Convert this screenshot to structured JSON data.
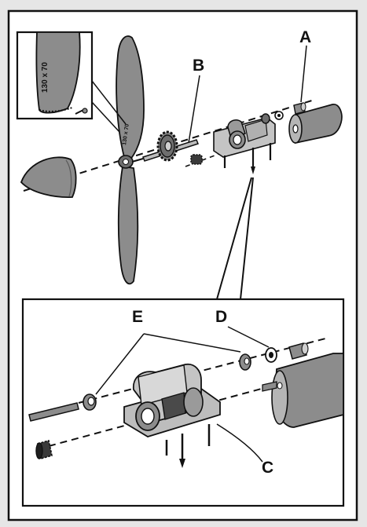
{
  "callouts": {
    "a": "A",
    "b": "B",
    "c": "C",
    "d": "D",
    "e": "E"
  },
  "propeller": {
    "size_label": "130 x 70"
  },
  "colors": {
    "background": "#e6e6e6",
    "panel": "#ffffff",
    "line": "#111111",
    "part_fill": "#8c8c8c",
    "part_fill_light": "#c4c4c4"
  },
  "icons": [
    "propeller-icon",
    "spinner-cone-icon",
    "gear-icon",
    "pinion-gear-icon",
    "motor-icon",
    "motor-mount-icon",
    "bushing-icon",
    "shaft-icon"
  ]
}
